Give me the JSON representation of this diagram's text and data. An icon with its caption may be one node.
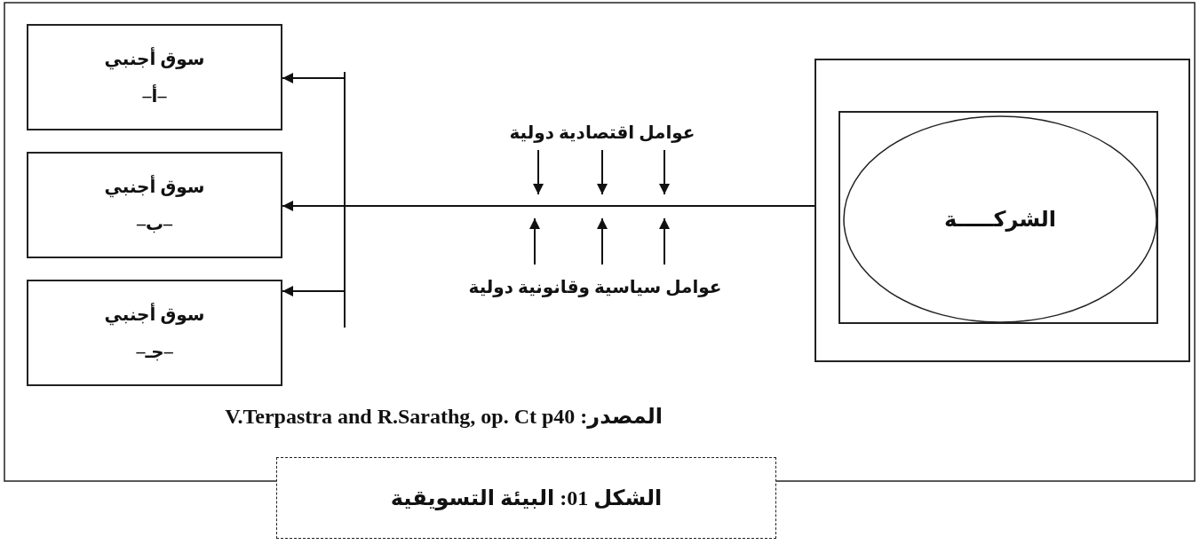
{
  "diagram": {
    "caption": "الشكل 01: البيئة التسويقية",
    "nodes": [
      {
        "text": [],
        "shape": "box"
      },
      {
        "text": [],
        "shape": "box",
        "in": 0
      },
      {
        "text": [
          "الشركـــــة"
        ],
        "in": 1
      },
      {
        "text": [
          "سوق أجنبي",
          "–أ–"
        ]
      },
      {
        "text": [
          "سوق أجنبي",
          "–ب–"
        ]
      },
      {
        "text": [
          "سوق أجنبي",
          "–جـ–"
        ]
      },
      {
        "text": [
          "عوامل اقتصادية دولية"
        ]
      },
      {
        "text": [
          "عوامل سياسية وقانونية دولية"
        ]
      }
    ],
    "edges": [
      {
        "from": 0,
        "to": 3,
        "arrow": "to"
      },
      {
        "from": 0,
        "to": 4,
        "arrow": "to"
      },
      {
        "from": 0,
        "to": 5,
        "arrow": "to"
      },
      {
        "from": 6,
        "to": null,
        "arrow": "to"
      },
      {
        "from": 6,
        "to": null,
        "arrow": "to"
      },
      {
        "from": 6,
        "to": null,
        "arrow": "to"
      },
      {
        "from": 7,
        "to": null,
        "arrow": "to"
      },
      {
        "from": 7,
        "to": null,
        "arrow": "to"
      },
      {
        "from": 7,
        "to": null,
        "arrow": "to"
      }
    ],
    "labels": [
      "المصدر: **V.Terpastra and R.Sarathg, op. Ct  p40**"
    ]
  }
}
